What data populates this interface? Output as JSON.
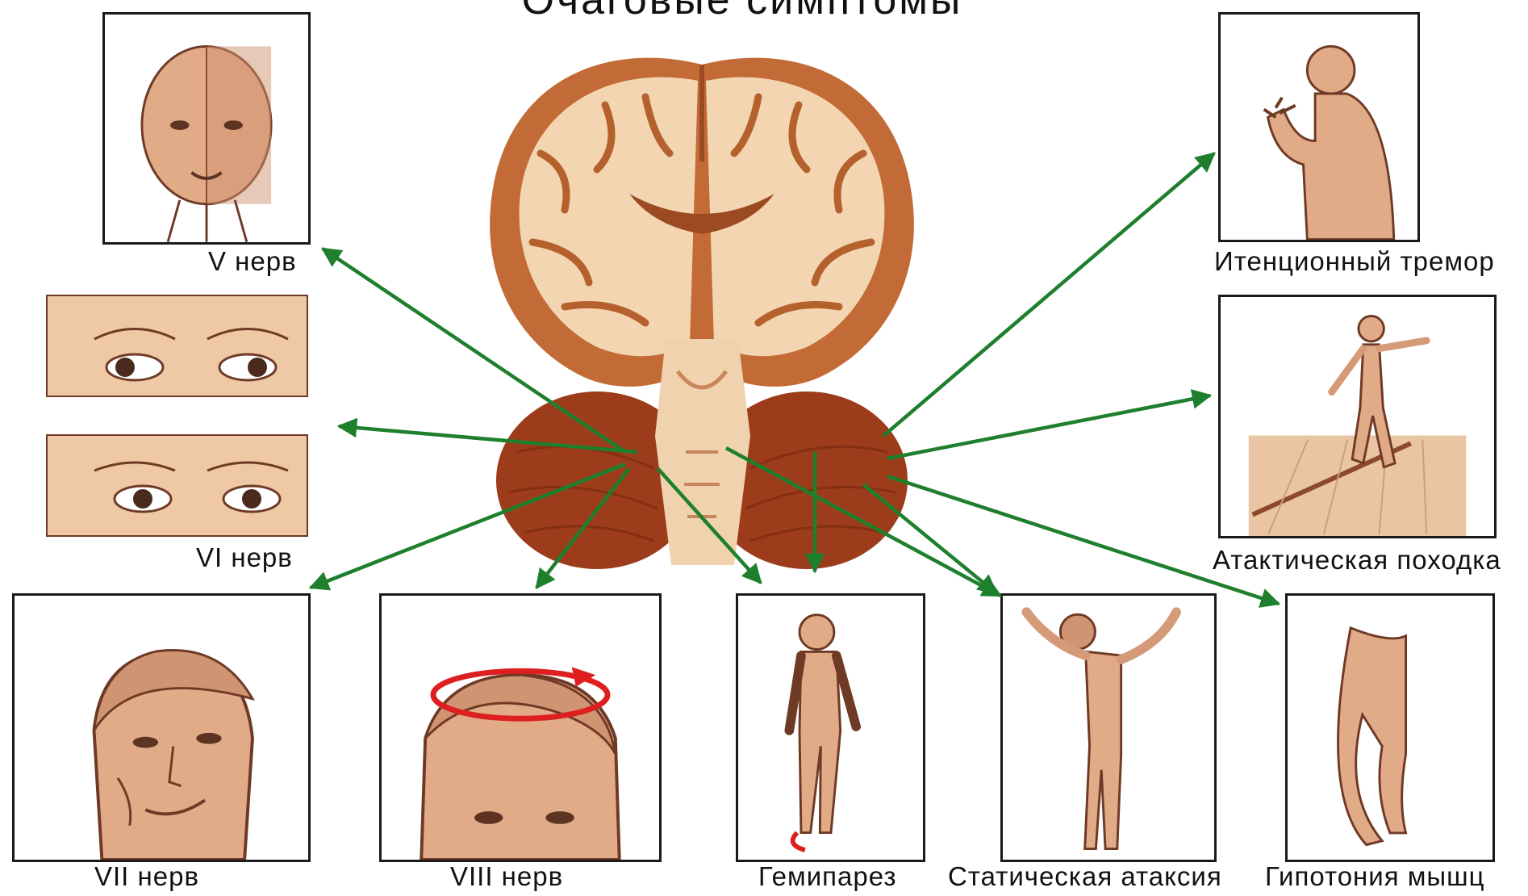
{
  "title": "Очаговые симптомы",
  "labels": {
    "cn5": "V нерв",
    "cn6": "VI нерв",
    "cn7": "VII нерв",
    "cn8": "VIII нерв",
    "hemiparesis": "Гемипарез",
    "static_ataxia": "Статическая атаксия",
    "hypotonia": "Гипотония мышц",
    "intention_tremor": "Итенционный тремор",
    "ataxic_gait": "Атактическая походка"
  },
  "colors": {
    "arrow": "#1e7f2c",
    "skin": "#e2ab88",
    "outline": "#6e3a25",
    "brain_light": "#f3d6b1",
    "brain_dark": "#b5612e",
    "cerebellum": "#9c3c1a",
    "rotation": "#dd1f1f"
  }
}
